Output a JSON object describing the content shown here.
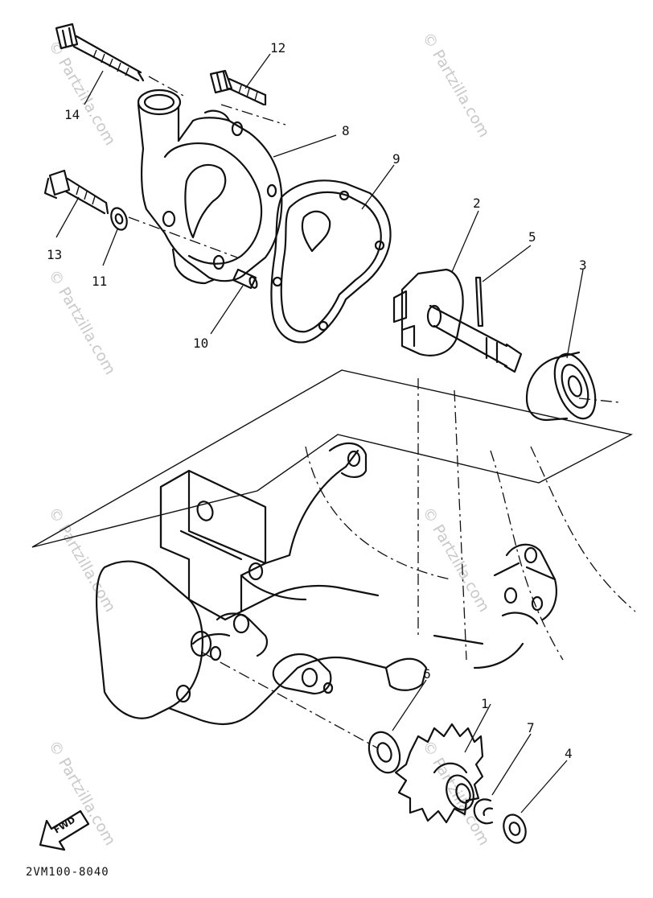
{
  "diagram": {
    "part_code": "2VM100-8040",
    "fwd_label": "FWD",
    "callouts": [
      "1",
      "2",
      "3",
      "4",
      "5",
      "6",
      "7",
      "8",
      "9",
      "10",
      "11",
      "12",
      "13",
      "14"
    ],
    "watermark": "© Partzilla.com"
  }
}
